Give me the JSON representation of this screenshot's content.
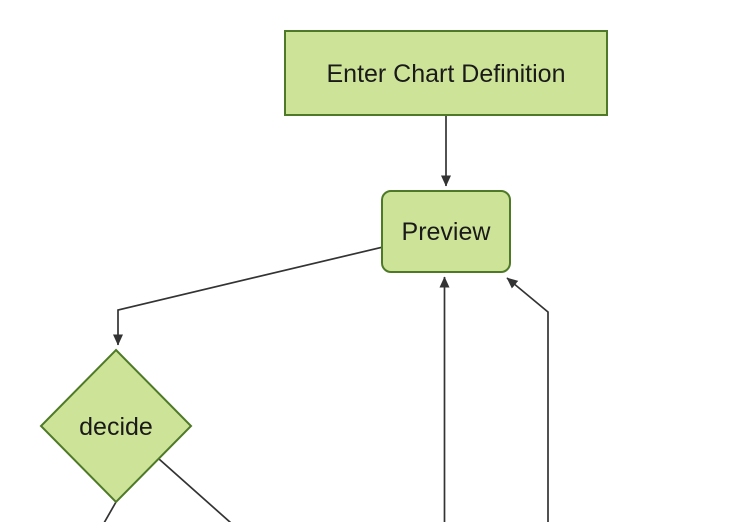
{
  "diagram": {
    "type": "flowchart",
    "direction": "top-down",
    "nodes": [
      {
        "id": "enter-chart-definition",
        "label": "Enter Chart Definition",
        "shape": "rectangle"
      },
      {
        "id": "preview",
        "label": "Preview",
        "shape": "rounded-rectangle"
      },
      {
        "id": "decide",
        "label": "decide",
        "shape": "diamond"
      }
    ],
    "edges": [
      {
        "from": "enter-chart-definition",
        "to": "preview",
        "arrow": true
      },
      {
        "from": "preview",
        "to": "decide",
        "arrow": true
      },
      {
        "from": "offscreen-bottom-center",
        "to": "preview",
        "arrow": true
      },
      {
        "from": "offscreen-bottom-right",
        "to": "preview",
        "arrow": true
      },
      {
        "from": "decide",
        "to": "offscreen-bottom-left",
        "arrow": false
      },
      {
        "from": "decide",
        "to": "offscreen-bottom-right",
        "arrow": false
      }
    ],
    "colors": {
      "node_fill": "#cde498",
      "node_border": "#4e7a28",
      "edge": "#333333",
      "text": "#1a1a1a",
      "background": "#ffffff"
    }
  }
}
